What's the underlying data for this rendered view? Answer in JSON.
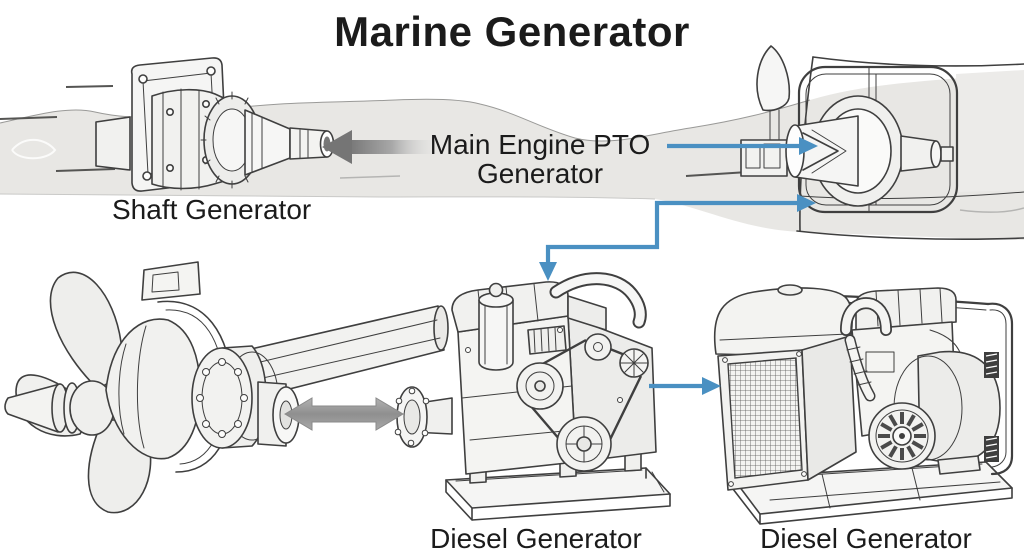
{
  "title": "Marine Generator",
  "labels": {
    "shaft_generator": "Shaft Generator",
    "main_engine_pto": "Main Engine PTO Generator",
    "diesel_generator_left": "Diesel Generator",
    "diesel_generator_right": "Diesel Generator"
  },
  "colors": {
    "accent_blue": "#4a90c2",
    "arrow_gray_dark": "#757575",
    "arrow_gray_mid": "#9c9c9c",
    "band_gray": "#e8e7e4",
    "line_ink": "#3f3f3f",
    "text": "#1b1b1b"
  },
  "icons": {
    "pto_to_shaft_arrow": "left-arrow-gray",
    "pto_to_stern_arrow": "right-arrow-blue",
    "stern_to_diesel_arrow": "elbow-arrow-blue",
    "shaft_coupling_arrow": "double-headed-arrow-gray",
    "diesel_to_genset_arrow": "right-arrow-blue"
  }
}
